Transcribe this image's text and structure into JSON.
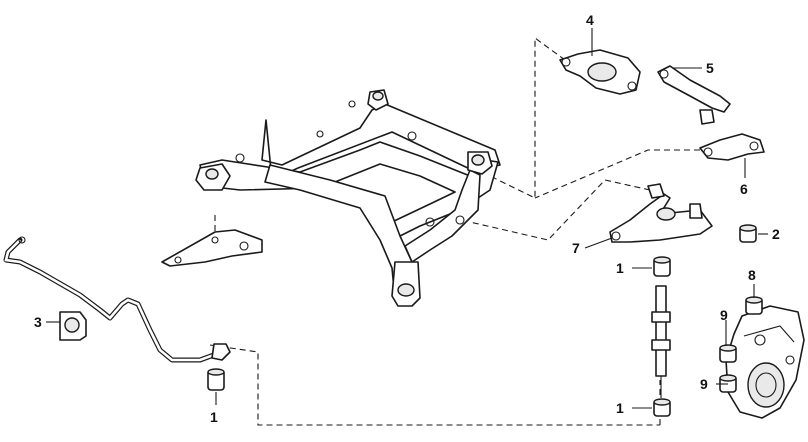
{
  "callouts": {
    "c1_bottom_left": "1",
    "c1_mid": "1",
    "c1_bottom_right": "1",
    "c2": "2",
    "c3": "3",
    "c4": "4",
    "c5": "5",
    "c6": "6",
    "c7": "7",
    "c8": "8",
    "c9_upper": "9",
    "c9_lower": "9"
  }
}
